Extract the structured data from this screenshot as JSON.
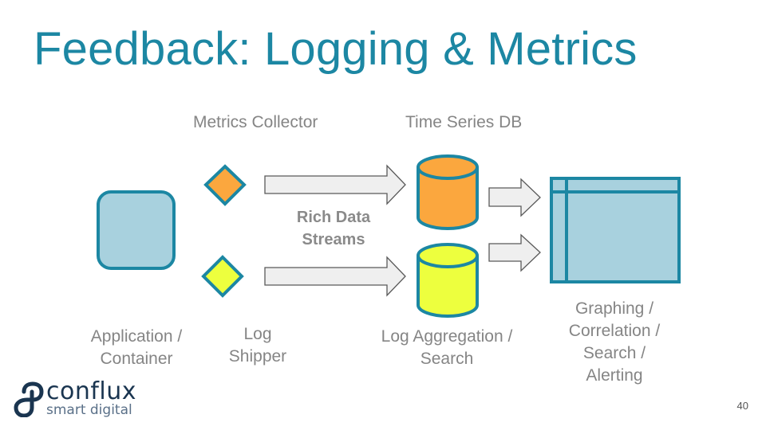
{
  "slide": {
    "title": "Feedback: Logging & Metrics",
    "page_number": "40"
  },
  "labels": {
    "metrics_collector": "Metrics Collector",
    "time_series_db": "Time Series DB",
    "rich_data_line1": "Rich Data",
    "rich_data_line2": "Streams",
    "app_line1": "Application /",
    "app_line2": "Container",
    "log_shipper_line1": "Log",
    "log_shipper_line2": "Shipper",
    "log_agg_line1": "Log Aggregation /",
    "log_agg_line2": "Search",
    "graphing_line1": "Graphing /",
    "graphing_line2": "Correlation /",
    "graphing_line3": "Search /",
    "graphing_line4": "Alerting"
  },
  "logo": {
    "name": "conflux",
    "tagline": "smart digital"
  },
  "colors": {
    "title": "#1c87a3",
    "stroke": "#1c87a3",
    "app_fill": "#a8d1de",
    "metrics_fill": "#fba73e",
    "logs_fill": "#edff3e",
    "arrow_fill": "#efefef",
    "arrow_stroke": "#595959",
    "label": "#858585"
  }
}
